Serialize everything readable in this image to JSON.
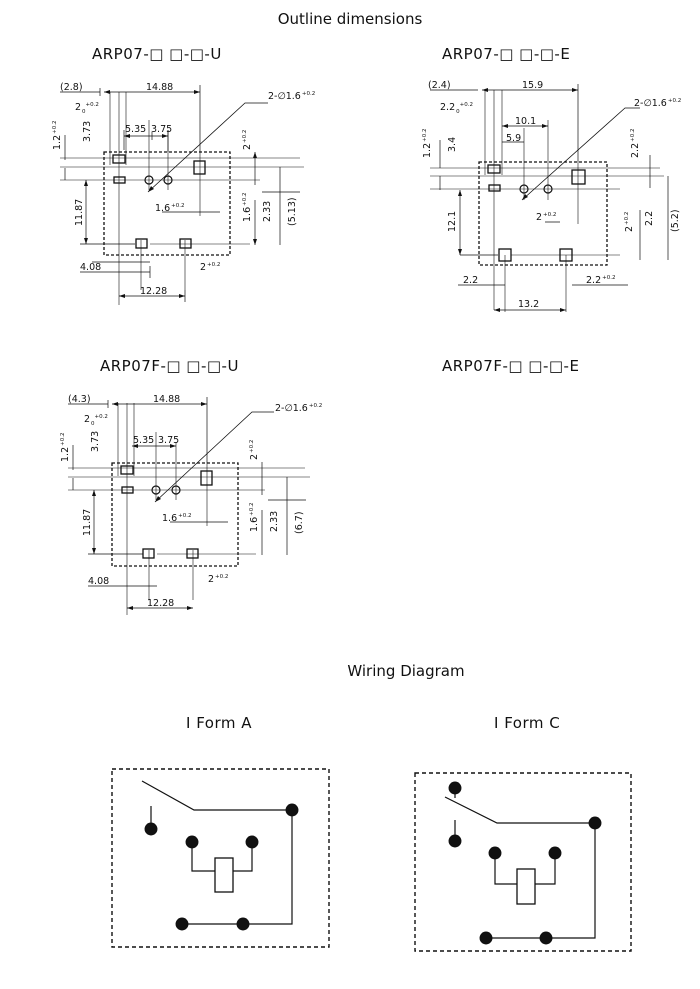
{
  "header": {
    "title": "Outline dimensions"
  },
  "models": {
    "m1": "ARP07-□ □-□-U",
    "m2": "ARP07-□ □-□-E",
    "m3": "ARP07F-□ □-□-U",
    "m4": "ARP07F-□ □-□-E"
  },
  "dims": {
    "u": {
      "d28": "(2.8)",
      "d1488": "14.88",
      "d2a": "2",
      "d372": "3.73",
      "d535": "5.35",
      "d375": "3.75",
      "d12": "1.2",
      "d2b": "2",
      "pin": "2-∅1.6",
      "d16a": "1.6",
      "d16b": "1.6",
      "d233": "2.33",
      "d513": "(5.13)",
      "d1187": "11.87",
      "d408": "4.08",
      "d2c": "2",
      "d1228": "12.28",
      "tol": "+0.2",
      "zero": "0"
    },
    "e": {
      "d24": "(2.4)",
      "d159": "15.9",
      "d22a": "2.2",
      "d101": "10.1",
      "d59": "5.9",
      "d34": "3.4",
      "d12": "1.2",
      "pin": "2-∅1.6",
      "d22b": "2.2",
      "d2a": "2",
      "d2b": "2",
      "d22c": "2.2",
      "d52": "(5.2)",
      "d121": "12.1",
      "d22d": "2.2",
      "d22e": "2.2",
      "d132": "13.2",
      "tol": "+0.2",
      "zero": "0"
    },
    "fu": {
      "d43": "(4.3)",
      "d1488": "14.88",
      "d2a": "2",
      "d372": "3.73",
      "d535": "5.35",
      "d375": "3.75",
      "d12": "1.2",
      "d2b": "2",
      "pin": "2-∅1.6",
      "d16a": "1.6",
      "d16b": "1.6",
      "d233": "2.33",
      "d67": "(6.7)",
      "d1187": "11.87",
      "d408": "4.08",
      "d2c": "2",
      "d1228": "12.28",
      "tol": "+0.2",
      "zero": "0"
    }
  },
  "wiring": {
    "title": "Wiring Diagram",
    "form_a": "I Form A",
    "form_c": "I Form C"
  }
}
